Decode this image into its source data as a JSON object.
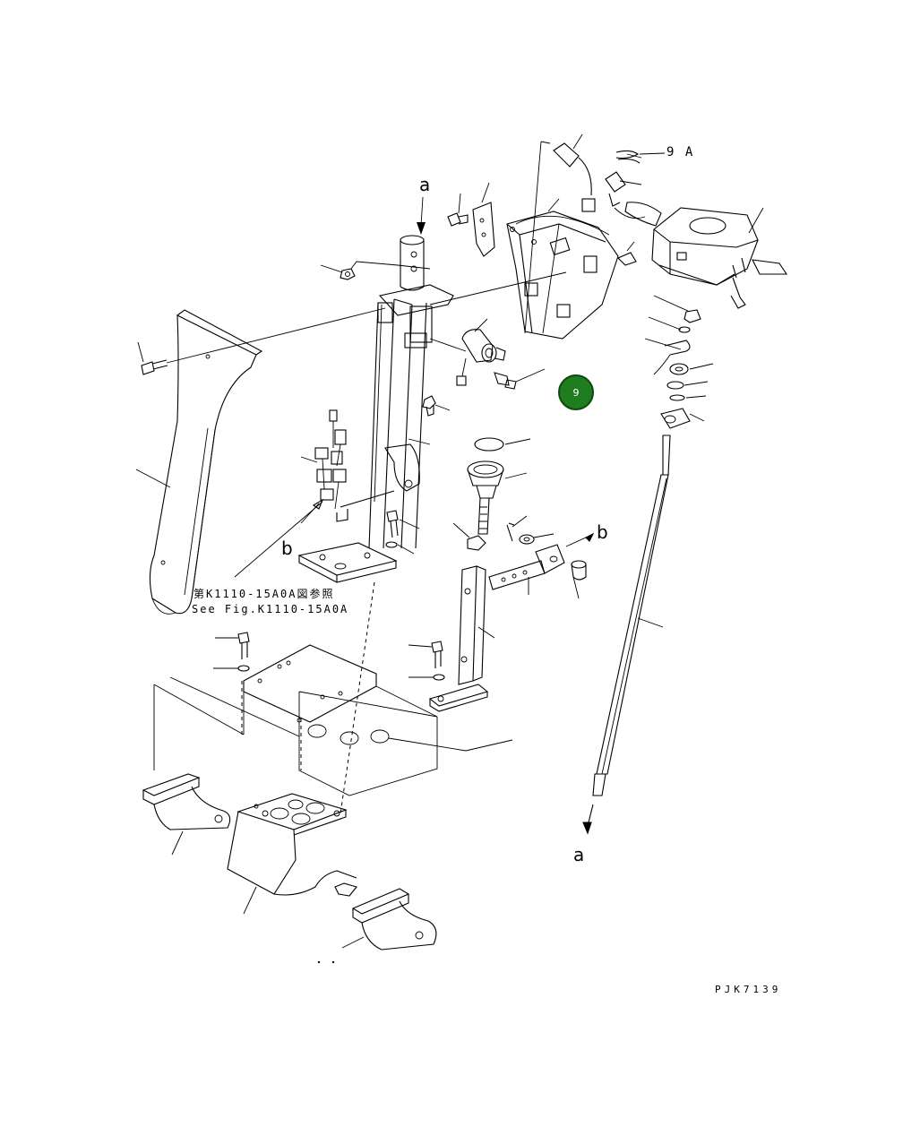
{
  "diagram": {
    "callout_a_top": "a",
    "callout_a_bottom": "a",
    "callout_b_left": "b",
    "callout_b_right": "b",
    "part_9A": "9 A",
    "ref_jp": "第K1110-15A0A図参照",
    "ref_en": "See Fig.K1110-15A0A",
    "drawing_code": "PJK7139",
    "marker_label": "9"
  },
  "colors": {
    "line": "#000000",
    "marker_fill": "#1f7d1f",
    "background": "#ffffff"
  }
}
